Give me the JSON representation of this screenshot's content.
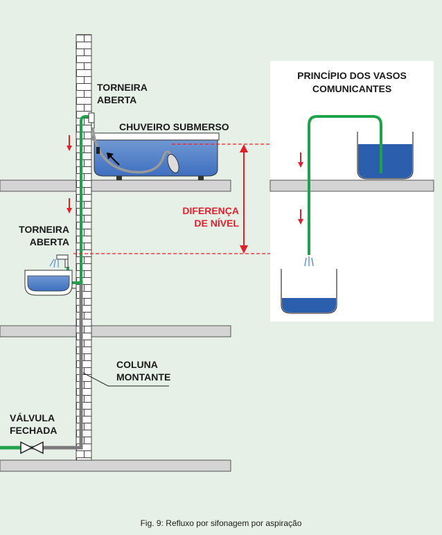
{
  "labels": {
    "torneira_top_l1": "TORNEIRA",
    "torneira_top_l2": "ABERTA",
    "chuveiro": "CHUVEIRO SUBMERSO",
    "torneira_mid_l1": "TORNEIRA",
    "torneira_mid_l2": "ABERTA",
    "diferenca_l1": "DIFERENÇA",
    "diferenca_l2": "DE NÍVEL",
    "coluna_l1": "COLUNA",
    "coluna_l2": "MONTANTE",
    "valvula_l1": "VÁLVULA",
    "valvula_l2": "FECHADA",
    "principio_l1": "PRINCÍPIO DOS VASOS",
    "principio_l2": "COMUNICANTES"
  },
  "caption": "Fig. 9: Refluxo por sifonagem por aspiração",
  "colors": {
    "background": "#e6f0e6",
    "green_pipe": "#1fa34a",
    "grey_pipe": "#7a7a7a",
    "water": "#2b5fad",
    "red": "#e0202a",
    "floor": "#d4d4d4"
  }
}
